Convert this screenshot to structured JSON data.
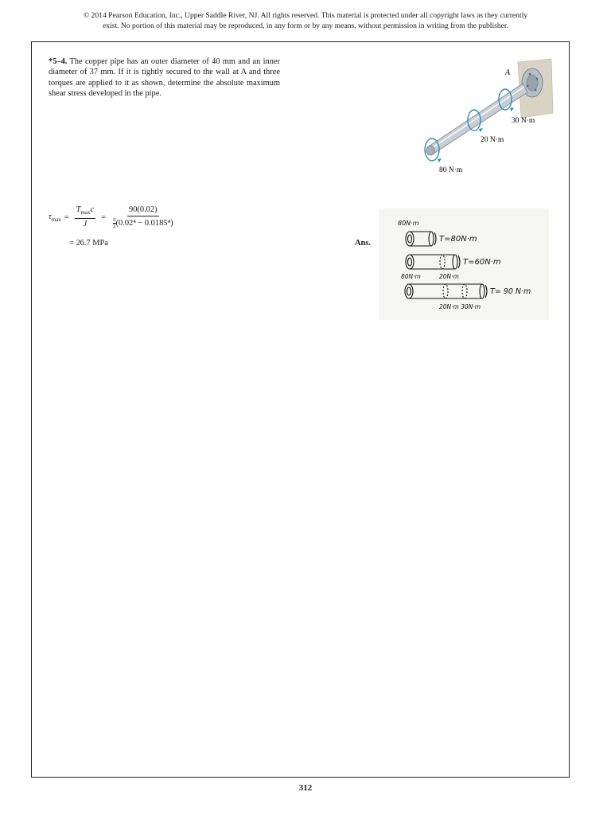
{
  "header": {
    "copyright_line1": "© 2014 Pearson Education, Inc., Upper Saddle River, NJ. All rights reserved. This material is protected under all copyright laws as they currently",
    "copyright_line2": "exist. No portion of this material may be reproduced, in any form or by any means, without permission in writing from the publisher."
  },
  "problem": {
    "number": "*5–4.",
    "text": "The copper pipe has an outer diameter of 40 mm and an inner diameter of 37 mm. If it is tightly secured to the wall at A and three torques are applied to it as shown, determine the absolute maximum shear stress developed in the pipe."
  },
  "figure": {
    "wall_label": "A",
    "torque_1": "30 N·m",
    "torque_2": "20 N·m",
    "torque_3": "80 N·m"
  },
  "solution": {
    "lhs": "τ",
    "lhs_sub": "max",
    "eq": "=",
    "frac1_num": "T",
    "frac1_num_sub": "max",
    "frac1_num_tail": "c",
    "frac1_den": "J",
    "frac2_num": "90(0.02)",
    "frac2_den_pi": "π",
    "frac2_den_two": "2",
    "frac2_den_rest": "(0.02⁴ − 0.0185⁴)",
    "result": "= 26.7 MPa",
    "ans_label": "Ans."
  },
  "sketch": {
    "row1_top": "80N·m",
    "row1_T": "T=80N·m",
    "row2_T": "T=60N·m",
    "row2_left": "80N·m",
    "row2_mid": "20N·m",
    "row3_T": "T= 90 N·m",
    "row3_bottom": "20N·m 30N·m"
  },
  "footer": {
    "page_number": "312"
  }
}
